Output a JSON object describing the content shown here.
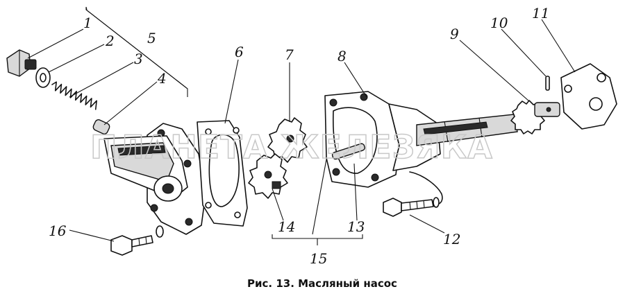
{
  "watermark": "ПЛАНЕТА ЖЕЛЕЗЯКА",
  "caption": "Рис. 13. Масляный насос",
  "callouts": [
    {
      "id": "n1",
      "text": "1"
    },
    {
      "id": "n2",
      "text": "2"
    },
    {
      "id": "n3",
      "text": "3"
    },
    {
      "id": "n4",
      "text": "4"
    },
    {
      "id": "n5",
      "text": "5"
    },
    {
      "id": "n6",
      "text": "6"
    },
    {
      "id": "n7",
      "text": "7"
    },
    {
      "id": "n8",
      "text": "8"
    },
    {
      "id": "n9",
      "text": "9"
    },
    {
      "id": "n10",
      "text": "10"
    },
    {
      "id": "n11",
      "text": "11"
    },
    {
      "id": "n12",
      "text": "12"
    },
    {
      "id": "n13",
      "text": "13"
    },
    {
      "id": "n14",
      "text": "14"
    },
    {
      "id": "n15",
      "text": "15"
    },
    {
      "id": "n16",
      "text": "16"
    }
  ]
}
